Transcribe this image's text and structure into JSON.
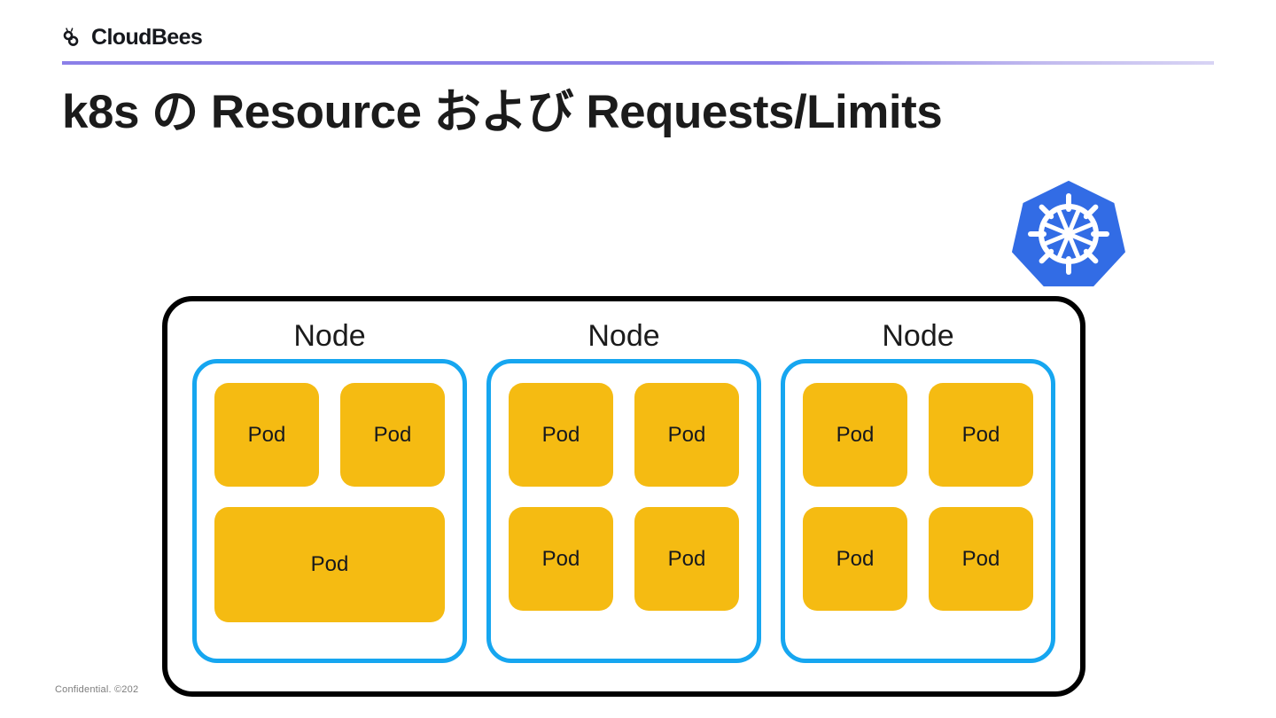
{
  "brand": {
    "name": "CloudBees",
    "mark_icon": "cloudbees-bee-icon",
    "divider_color": "#8b7fe8"
  },
  "title": "k8s の Resource および Requests/Limits",
  "logo": {
    "icon": "kubernetes-helm-icon",
    "fill_color": "#326ce5"
  },
  "diagram": {
    "cluster_border_color": "#000000",
    "node_border_color": "#16a6f0",
    "pod_color": "#f5bb12",
    "nodes": [
      {
        "label": "Node",
        "rows": [
          {
            "pods": [
              {
                "label": "Pod",
                "wide": false
              },
              {
                "label": "Pod",
                "wide": false
              }
            ]
          },
          {
            "pods": [
              {
                "label": "Pod",
                "wide": true
              }
            ]
          }
        ]
      },
      {
        "label": "Node",
        "rows": [
          {
            "pods": [
              {
                "label": "Pod",
                "wide": false
              },
              {
                "label": "Pod",
                "wide": false
              }
            ]
          },
          {
            "pods": [
              {
                "label": "Pod",
                "wide": false
              },
              {
                "label": "Pod",
                "wide": false
              }
            ]
          }
        ]
      },
      {
        "label": "Node",
        "rows": [
          {
            "pods": [
              {
                "label": "Pod",
                "wide": false
              },
              {
                "label": "Pod",
                "wide": false
              }
            ]
          },
          {
            "pods": [
              {
                "label": "Pod",
                "wide": false
              },
              {
                "label": "Pod",
                "wide": false
              }
            ]
          }
        ]
      }
    ]
  },
  "footer": {
    "confidential_note": "Confidential. ©202"
  }
}
